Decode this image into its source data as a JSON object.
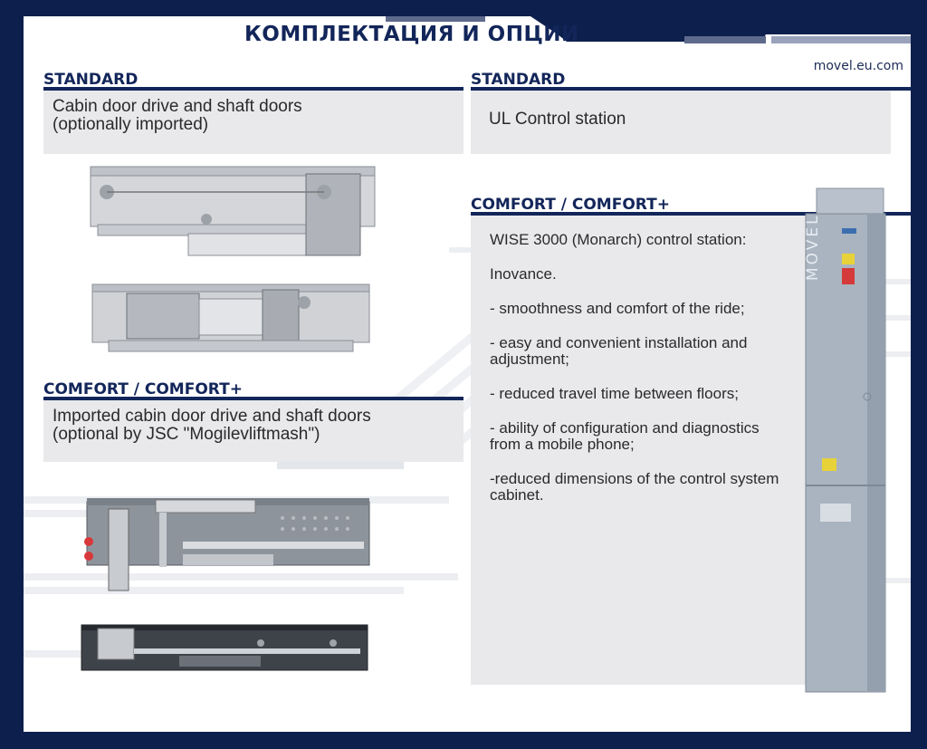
{
  "header": {
    "title": "КОМПЛЕКТАЦИЯ И ОПЦИИ",
    "site": "movel.eu.com"
  },
  "left": {
    "standard": {
      "label": "STANDARD",
      "text_line1": "Cabin door drive and shaft doors",
      "text_line2": "(optionally imported)"
    },
    "comfort": {
      "label": "COMFORT / COMFORT+",
      "text_line1": "Imported cabin door drive and shaft doors",
      "text_line2": "(optional by JSC \"Mogilevliftmash\")"
    }
  },
  "right": {
    "standard": {
      "label": "STANDARD",
      "text": "UL Control station"
    },
    "comfort": {
      "label": "COMFORT / COMFORT+",
      "items": [
        "WISE 3000 (Monarch) control station:",
        "Inovance.",
        "- smoothness and comfort of the ride;",
        "- easy and convenient installation and adjustment;",
        "- reduced travel time between floors;",
        "- ability of configuration and diagnostics from a mobile phone;",
        "-reduced dimensions of the control system cabinet."
      ]
    }
  },
  "cabinet": {
    "brand": "MOVEL"
  },
  "colors": {
    "navy": "#0d1f4d",
    "box": "#e9e9ec",
    "cabinet": "#a9b4c0"
  }
}
